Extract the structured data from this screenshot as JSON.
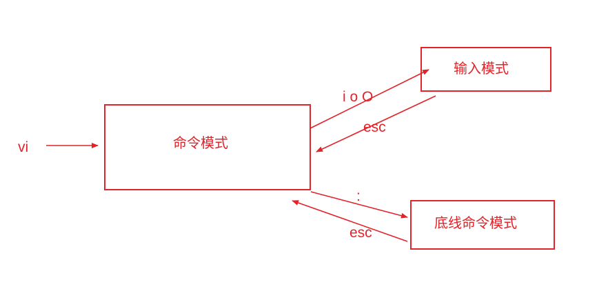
{
  "colors": {
    "accent": "#e2232a"
  },
  "nodes": {
    "command_mode": "命令模式",
    "insert_mode": "输入模式",
    "last_line_mode": "底线命令模式"
  },
  "edges": {
    "vi_label": "vi",
    "to_insert_label": "i o O",
    "from_insert_label": "esc",
    "to_last_line_label": ":",
    "from_last_line_label": "esc"
  }
}
